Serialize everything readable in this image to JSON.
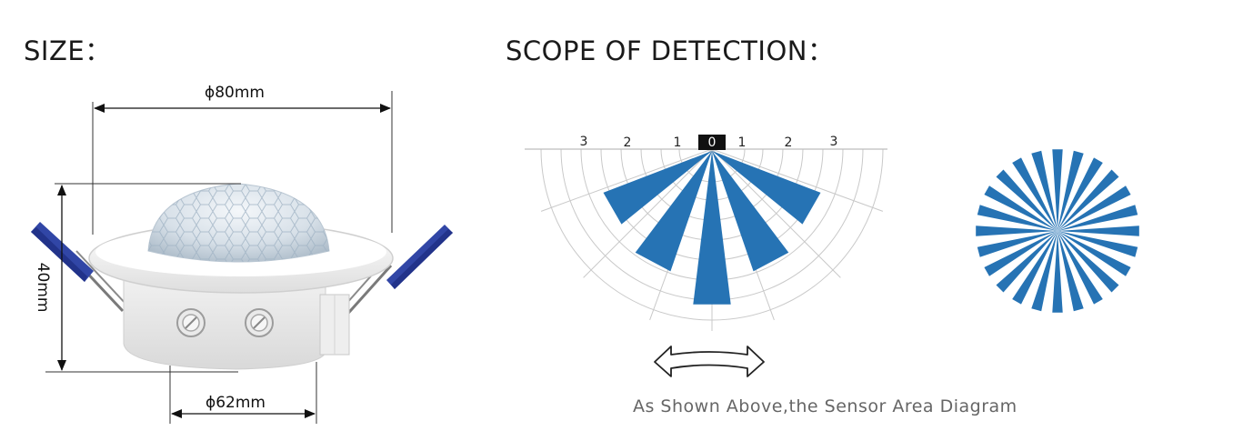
{
  "headings": {
    "size": "SIZE：",
    "scope": "SCOPE OF DETECTION："
  },
  "dimensions": {
    "top_diameter": "ϕ80mm",
    "height": "40mm",
    "bottom_diameter": "ϕ62mm"
  },
  "scale": {
    "center": "0",
    "left": [
      "3",
      "2",
      "1"
    ],
    "right": [
      "1",
      "2",
      "3"
    ]
  },
  "caption": "As Shown Above,the Sensor Area Diagram",
  "colors": {
    "beam": "#2673b4",
    "grid": "#c9c9c9",
    "wire": "#2f3f9e"
  }
}
